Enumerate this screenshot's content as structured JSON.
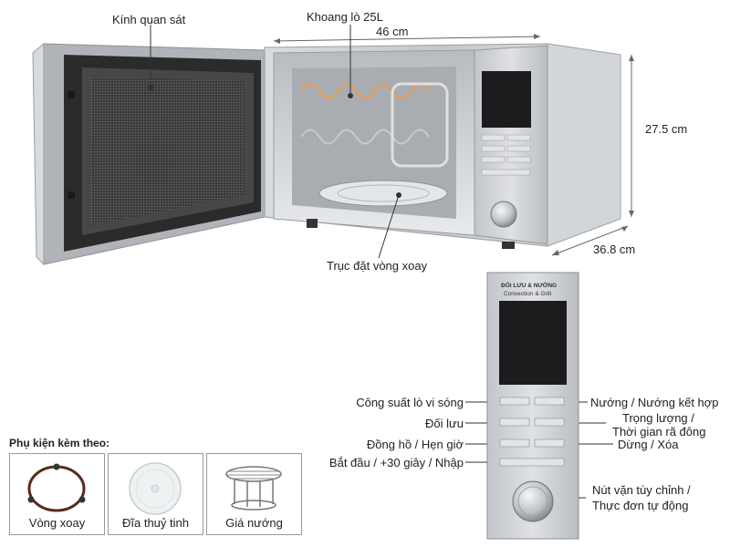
{
  "labels": {
    "viewing_window": "Kính quan sát",
    "cavity": "Khoang lò 25L",
    "width": "46 cm",
    "height": "27.5 cm",
    "depth": "36.8 cm",
    "turntable_axis": "Trục đặt vòng xoay",
    "microwave_power": "Công suất lò vi sóng",
    "convection": "Đối lưu",
    "clock_timer": "Đồng hồ / Hẹn giờ",
    "start_30s": "Bắt đầu / +30 giây / Nhập",
    "grill_combo": "Nướng / Nướng kết hợp",
    "weight_defrost_1": "Trọng lượng /",
    "weight_defrost_2": "Thời gian rã đông",
    "stop_clear": "Dừng / Xóa",
    "dial_1": "Nút vặn tùy chỉnh /",
    "dial_2": "Thực đơn tự động"
  },
  "panel": {
    "brand_vn": "ĐỐI LƯU & NƯỚNG",
    "brand_en": "Convection & Grill"
  },
  "accessories": {
    "title": "Phụ kiện kèm theo:",
    "items": [
      {
        "label": "Vòng xoay"
      },
      {
        "label": "Đĩa thuỷ tinh"
      },
      {
        "label": "Giá nướng"
      }
    ]
  },
  "colors": {
    "steel": "#c9ccd0",
    "steel_dark": "#8a8e93",
    "display": "#1c1c1e",
    "door_frame": "#2b2b2b"
  }
}
